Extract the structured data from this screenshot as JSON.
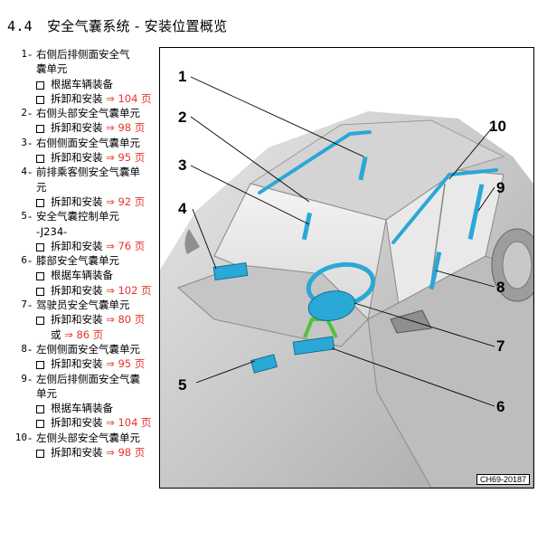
{
  "section": {
    "number": "4.4",
    "title": "安全气囊系统 - 安装位置概览"
  },
  "items": [
    {
      "num": "1",
      "lines": [
        "右侧后排侧面安全气",
        "囊单元"
      ],
      "subs": [
        {
          "text": "根据车辆装备",
          "ref": ""
        },
        {
          "text": "拆卸和安装",
          "ref": "⇒ 104 页"
        }
      ]
    },
    {
      "num": "2",
      "lines": [
        "右侧头部安全气囊单元"
      ],
      "subs": [
        {
          "text": "拆卸和安装",
          "ref": "⇒ 98 页"
        }
      ]
    },
    {
      "num": "3",
      "lines": [
        "右侧侧面安全气囊单元"
      ],
      "subs": [
        {
          "text": "拆卸和安装",
          "ref": "⇒ 95 页"
        }
      ]
    },
    {
      "num": "4",
      "lines": [
        "前排乘客侧安全气囊单",
        "元"
      ],
      "subs": [
        {
          "text": "拆卸和安装",
          "ref": "⇒ 92 页"
        }
      ]
    },
    {
      "num": "5",
      "lines": [
        " 安全气囊控制单元",
        "-J234-"
      ],
      "subs": [
        {
          "text": "拆卸和安装",
          "ref": "⇒ 76 页"
        }
      ]
    },
    {
      "num": "6",
      "lines": [
        "膝部安全气囊单元"
      ],
      "subs": [
        {
          "text": "根据车辆装备",
          "ref": ""
        },
        {
          "text": "拆卸和安装",
          "ref": "⇒ 102 页"
        }
      ]
    },
    {
      "num": "7",
      "lines": [
        "驾驶员安全气囊单元"
      ],
      "subs": [
        {
          "text": "拆卸和安装",
          "ref": "⇒ 80 页"
        }
      ],
      "or": {
        "word": "或",
        "ref": "⇒ 86 页"
      }
    },
    {
      "num": "8",
      "lines": [
        "左侧侧面安全气囊单元"
      ],
      "subs": [
        {
          "text": "拆卸和安装",
          "ref": "⇒ 95 页"
        }
      ]
    },
    {
      "num": "9",
      "lines": [
        "左侧后排侧面安全气囊",
        "单元"
      ],
      "subs": [
        {
          "text": "根据车辆装备",
          "ref": ""
        },
        {
          "text": "拆卸和安装",
          "ref": "⇒ 104 页"
        }
      ]
    },
    {
      "num": "10",
      "lines": [
        "左侧头部安全气囊单元"
      ],
      "subs": [
        {
          "text": "拆卸和安装",
          "ref": "⇒ 98 页"
        }
      ]
    }
  ],
  "figure": {
    "code": "CH69-20187",
    "callouts": [
      "1",
      "2",
      "3",
      "4",
      "5",
      "6",
      "7",
      "8",
      "9",
      "10"
    ],
    "colors": {
      "airbag": "#2aa8d6",
      "bracket": "#4fc23a",
      "body": "#b9b9b9",
      "dark": "#6b6b6b",
      "ref_red": "#e8332a"
    }
  }
}
